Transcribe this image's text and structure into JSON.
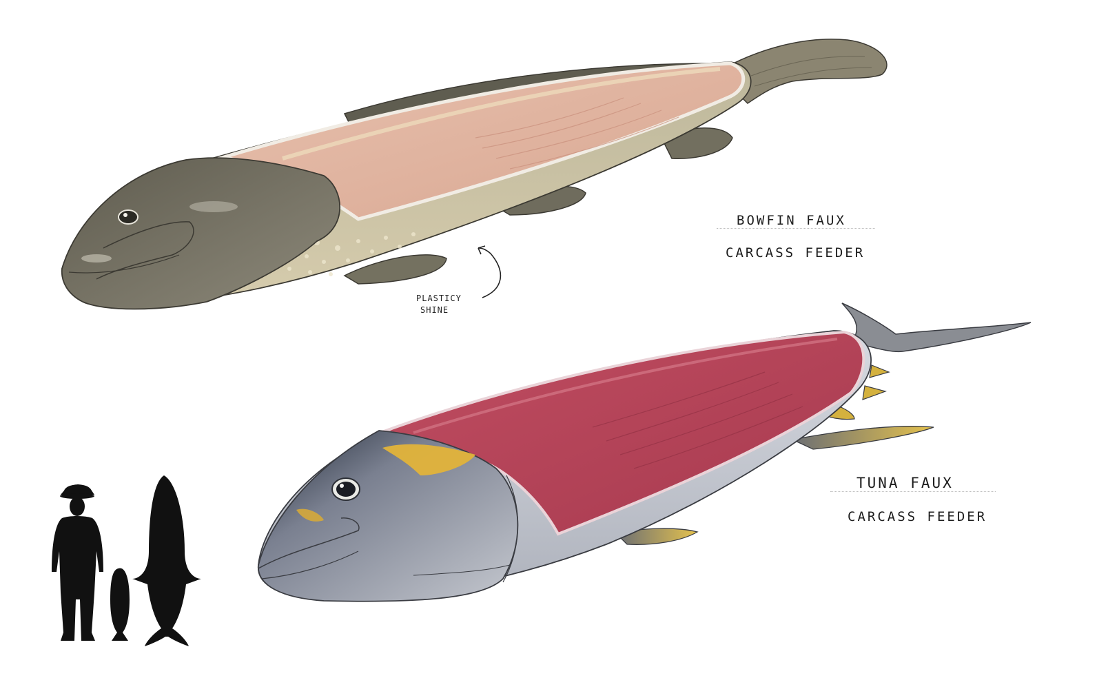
{
  "bowfin": {
    "name": "BOWFIN FAUX",
    "role": "CARCASS FEEDER",
    "colors": {
      "skin": "#8a8774",
      "head": "#6f6b5c",
      "belly": "#d9d0b1",
      "cut": "#e2b19d",
      "fin": "#6c6958"
    }
  },
  "tuna": {
    "name": "TUNA FAUX",
    "role": "CARCASS FEEDER",
    "colors": {
      "body": "#c9ccd3",
      "back": "#26303f",
      "cut": "#b34658",
      "stripe": "#e0b23a",
      "fin": "#e2c24a"
    }
  },
  "annotation": {
    "line1": "PLASTICY",
    "line2": "SHINE"
  },
  "scale_chart": {
    "figures": [
      "human-silhouette",
      "bowfin-silhouette",
      "tuna-silhouette"
    ],
    "color": "#111111"
  }
}
